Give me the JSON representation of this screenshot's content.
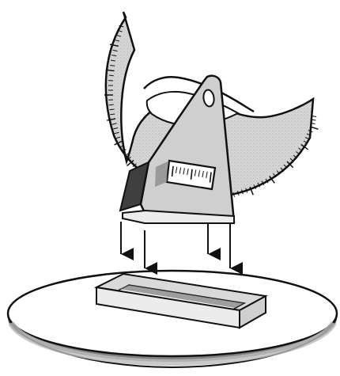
{
  "figure": {
    "kind": "line-drawing",
    "subject": "protractor-stand-on-turntable",
    "arrow_count": 4,
    "colors": {
      "ink": "#111111",
      "paper": "#ffffff",
      "metal": "#cfcfcf",
      "shadow": "#8f8f8f",
      "dark_shadow": "#4d4d4d",
      "disc_edge": "#7b7b7b"
    }
  }
}
